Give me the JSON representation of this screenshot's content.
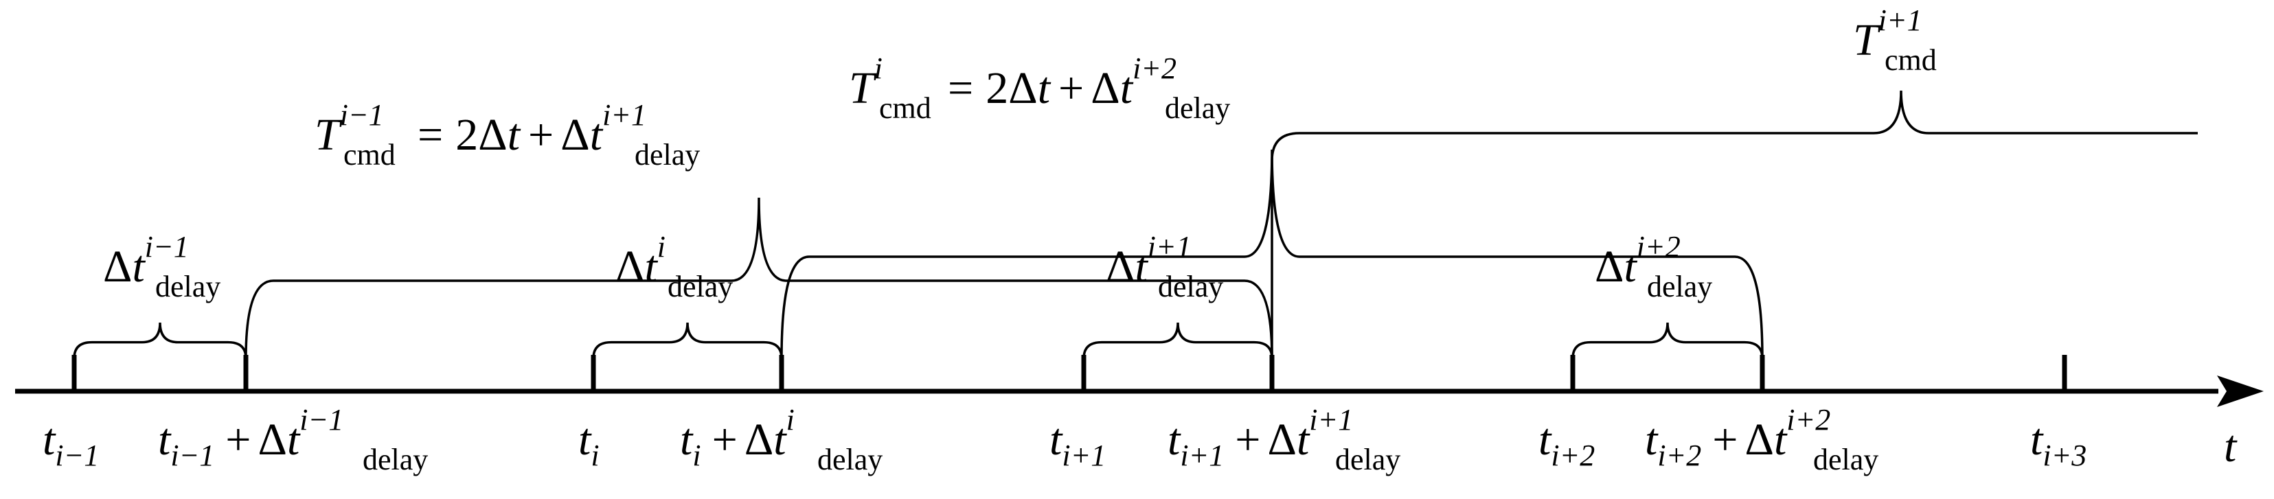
{
  "axis": {
    "symbol": "t"
  },
  "symbols": {
    "delta": "Δ",
    "t": "t",
    "T": "T",
    "plus": "+",
    "equals": "=",
    "two": "2",
    "sub_delay": "delay",
    "sub_cmd": "cmd"
  },
  "tick_labels": [
    {
      "sub": "i−1"
    },
    {
      "sub": "i−1",
      "sup": "i−1"
    },
    {
      "sub": "i"
    },
    {
      "sub": "i",
      "sup": "i"
    },
    {
      "sub": "i+1"
    },
    {
      "sub": "i+1",
      "sup": "i+1"
    },
    {
      "sub": "i+2"
    },
    {
      "sub": "i+2",
      "sup": "i+2"
    },
    {
      "sub": "i+3"
    }
  ],
  "delay_braces": [
    {
      "sup": "i−1"
    },
    {
      "sup": "i"
    },
    {
      "sup": "i+1"
    },
    {
      "sup": "i+2"
    }
  ],
  "cmd_braces": [
    {
      "sup_T": "i−1",
      "sup_delay": "i+1"
    },
    {
      "sup_T": "i",
      "sup_delay": "i+2"
    },
    {
      "sup_T": "i+1"
    }
  ]
}
